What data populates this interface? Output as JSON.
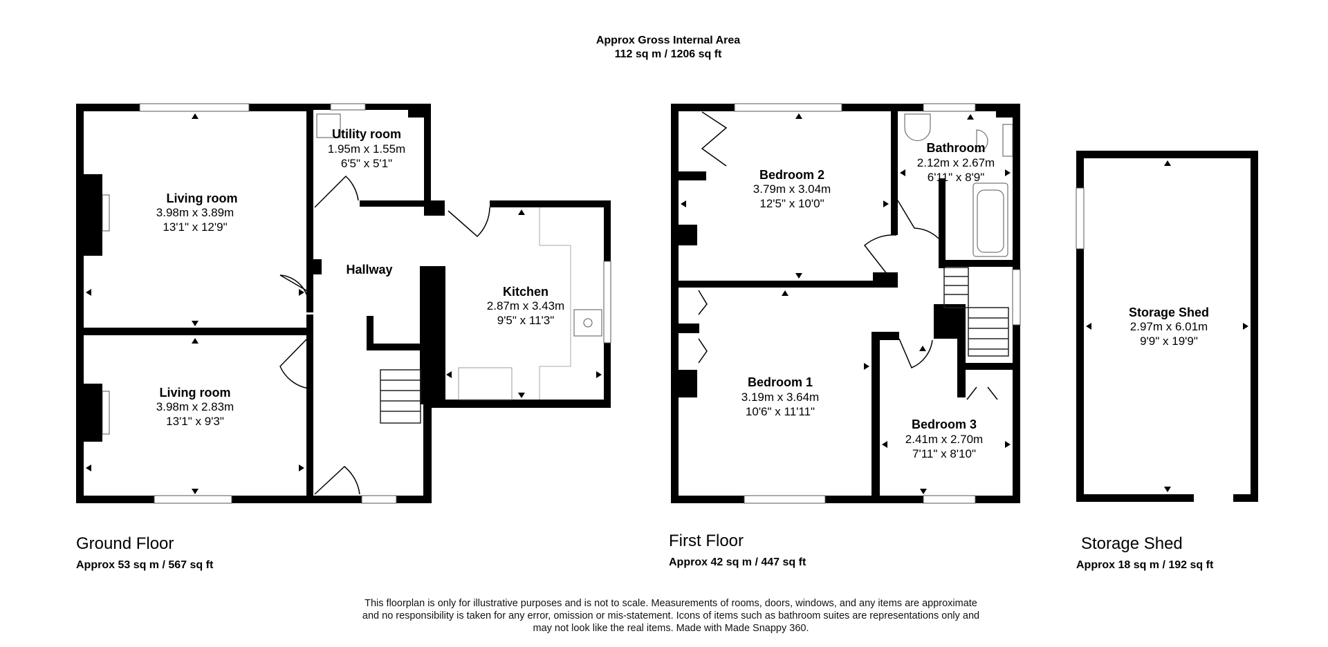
{
  "header": {
    "title": "Approx Gross Internal Area",
    "total": "112 sq m / 1206 sq ft"
  },
  "rooms": {
    "living_room_1": {
      "name": "Living room",
      "metric": "3.98m x 3.89m",
      "imperial": "13'1\" x 12'9\""
    },
    "utility_room": {
      "name": "Utility room",
      "metric": "1.95m x 1.55m",
      "imperial": "6'5\" x 5'1\""
    },
    "hallway": {
      "name": "Hallway"
    },
    "kitchen": {
      "name": "Kitchen",
      "metric": "2.87m x 3.43m",
      "imperial": "9'5\" x 11'3\""
    },
    "living_room_2": {
      "name": "Living room",
      "metric": "3.98m x 2.83m",
      "imperial": "13'1\" x 9'3\""
    },
    "bedroom_2": {
      "name": "Bedroom 2",
      "metric": "3.79m x 3.04m",
      "imperial": "12'5\" x 10'0\""
    },
    "bathroom": {
      "name": "Bathroom",
      "metric": "2.12m x 2.67m",
      "imperial": "6'11\" x 8'9\""
    },
    "bedroom_1": {
      "name": "Bedroom 1",
      "metric": "3.19m x 3.64m",
      "imperial": "10'6\" x 11'11\""
    },
    "bedroom_3": {
      "name": "Bedroom 3",
      "metric": "2.41m x 2.70m",
      "imperial": "7'11\" x 8'10\""
    },
    "storage_shed": {
      "name": "Storage Shed",
      "metric": "2.97m x 6.01m",
      "imperial": "9'9\" x 19'9\""
    }
  },
  "floors": {
    "ground": {
      "name": "Ground Floor",
      "area": "Approx 53 sq m / 567 sq ft"
    },
    "first": {
      "name": "First Floor",
      "area": "Approx 42 sq m / 447 sq ft"
    },
    "shed": {
      "name": "Storage Shed",
      "area": "Approx 18 sq m / 192 sq ft"
    }
  },
  "disclaimer": [
    "This floorplan is only for illustrative purposes and is not to scale. Measurements of rooms, doors, windows, and any items are approximate",
    "and no responsibility is taken for any error, omission or mis-statement. Icons of items such as bathroom suites are representations only and",
    "may not look like the real items. Made with Made Snappy 360."
  ],
  "colors": {
    "wall": "#000000",
    "fixture": "#555555",
    "background": "#ffffff"
  }
}
